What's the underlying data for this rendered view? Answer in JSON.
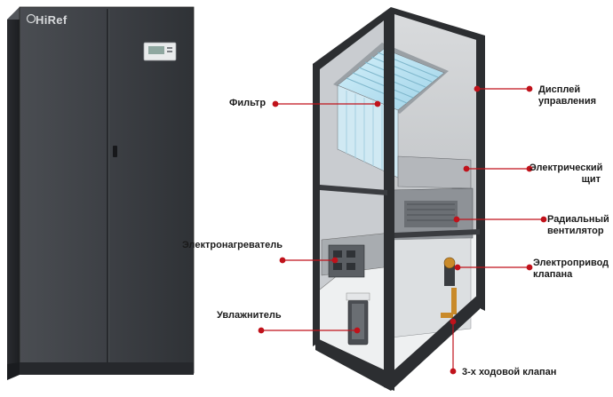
{
  "brand": {
    "logo_text": "HiRef"
  },
  "labels": {
    "filter": "Фильтр",
    "heater": "Электронагреватель",
    "humidifier": "Увлажнитель",
    "display_line1": "Дисплей",
    "display_line2": "управления",
    "panel_line1": "Электрический",
    "panel_line2": "щит",
    "fan_line1": "Радиальный",
    "fan_line2": "вентилятор",
    "valve_drive_line1": "Электропривод",
    "valve_drive_line2": "клапана",
    "three_way_valve": "3-х ходовой клапан"
  },
  "colors": {
    "cabinet": "#3b3e43",
    "cabinet_dark": "#25272b",
    "callout_line": "#c0121b",
    "callout_dot": "#c0121b",
    "filter_blue": "#b9e3f2",
    "frame": "#2c2e31"
  }
}
